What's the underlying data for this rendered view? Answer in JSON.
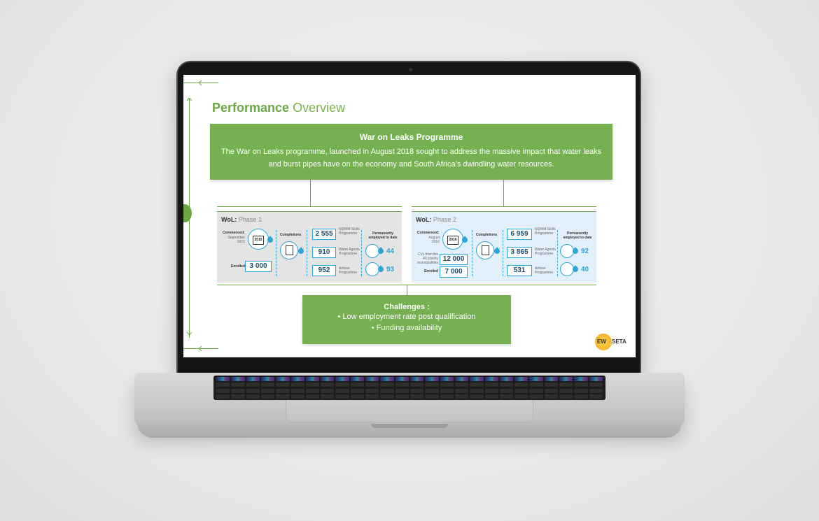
{
  "slide": {
    "title_bold": "Performance",
    "title_light": "Overview",
    "war_on_leaks": {
      "title": "War on Leaks Programme",
      "description": "The War on Leaks programme, launched in August 2018 sought to address the massive impact that water leaks and burst pipes have on the economy and South Africa’s dwindling water resources."
    },
    "phase1": {
      "label_bold": "WoL:",
      "label": "Phase 1",
      "commenced_label": "Commenced:",
      "commenced_value": "September 2015",
      "year": "2015",
      "enrolled_label": "Enrolled",
      "enrolled": "3 000",
      "completions_label": "Completions",
      "completions": [
        {
          "value": "2 555",
          "label": "NQWM Skills Programme"
        },
        {
          "value": "910",
          "label": "Water Agents Programme"
        },
        {
          "value": "952",
          "label": "Artisan Programme"
        }
      ],
      "employed_label": "Permanently employed to date",
      "employed": [
        "44",
        "93"
      ]
    },
    "phase2": {
      "label_bold": "WoL:",
      "label": "Phase 2",
      "commenced_label": "Commenced:",
      "commenced_value": "August 2016",
      "year": "2016",
      "cvs_label": "CVs from the 40 priority municipalities",
      "cvs": "12 000",
      "enrolled_label": "Enrolled",
      "enrolled": "7 000",
      "completions_label": "Completions",
      "completions": [
        {
          "value": "6 959",
          "label": "NQWM Skills Programme"
        },
        {
          "value": "3 865",
          "label": "Water Agents Programme"
        },
        {
          "value": "531",
          "label": "Artisan Programme"
        }
      ],
      "employed_label": "Permanently employed to date",
      "employed": [
        "92",
        "40"
      ]
    },
    "challenges": {
      "title": "Challenges :",
      "items": [
        "•  Low employment rate post qualification",
        "• Funding availability"
      ]
    },
    "logo": {
      "ew": "EW",
      "seta": "SETA"
    }
  },
  "colors": {
    "green": "#75b051",
    "blue": "#2aa6d8"
  }
}
